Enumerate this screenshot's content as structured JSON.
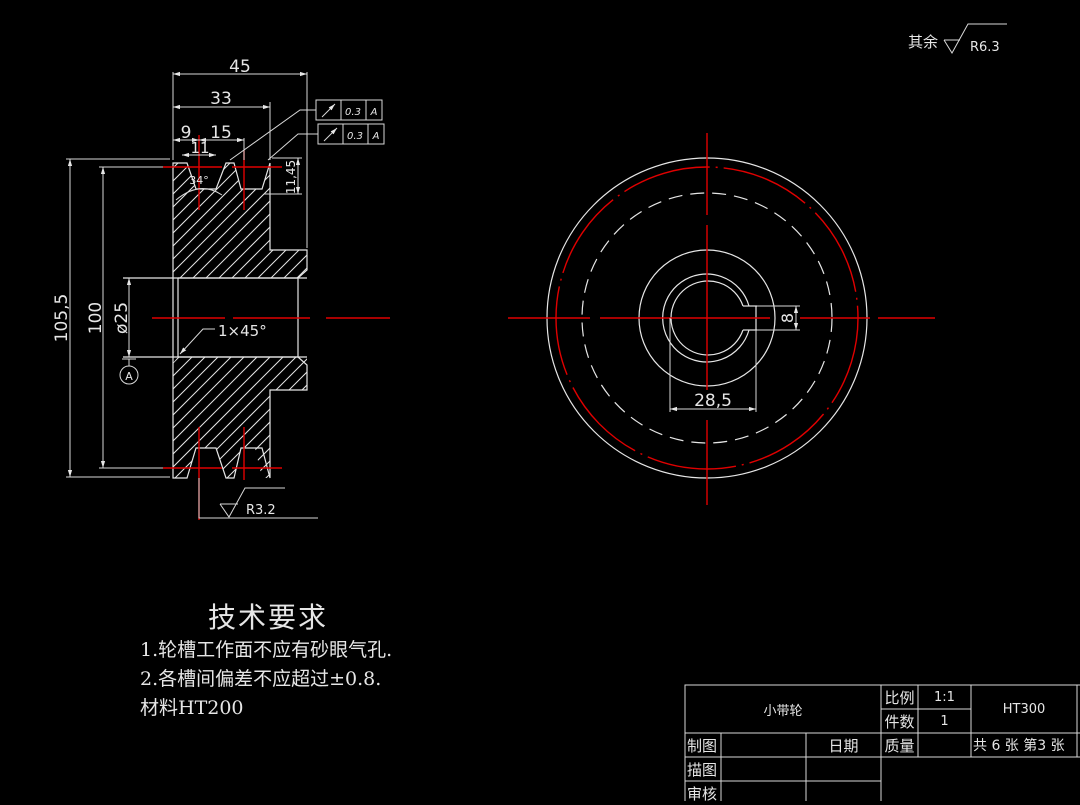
{
  "drawing": {
    "surface_finish_note": {
      "prefix": "其余",
      "value": "R6.3"
    },
    "section_view": {
      "dims": {
        "overall_width": "45",
        "hub_width": "33",
        "groove_offset": "9",
        "groove_pitch": "15",
        "groove_top_width": "11",
        "groove_angle": "34°",
        "groove_depth": "11,45",
        "outer_diameter": "105,5",
        "pitch_diameter": "100",
        "bore_diameter": "ø25",
        "chamfer": "1×45°",
        "datum": "A"
      },
      "tolerance_frames": [
        {
          "symbol": "circular-runout",
          "value": "0.3",
          "datum": "A"
        },
        {
          "symbol": "circular-runout",
          "value": "0.3",
          "datum": "A"
        }
      ],
      "groove_surface_finish": "R3.2"
    },
    "front_view": {
      "dims": {
        "keyway_depth": "28,5",
        "keyway_width": "8"
      }
    }
  },
  "notes": {
    "title": "技术要求",
    "lines": [
      "1.轮槽工作面不应有砂眼气孔.",
      "2.各槽间偏差不应超过±0.8.",
      "材料HT200"
    ]
  },
  "title_block": {
    "part_name": "小带轮",
    "scale_label": "比例",
    "scale_value": "1:1",
    "quantity_label": "件数",
    "quantity_value": "1",
    "material": "HT300",
    "drawn_label": "制图",
    "date_label": "日期",
    "mass_label": "质量",
    "sheet_info": "共 6 张 第3 张",
    "traced_label": "描图",
    "checked_label": "审核"
  }
}
